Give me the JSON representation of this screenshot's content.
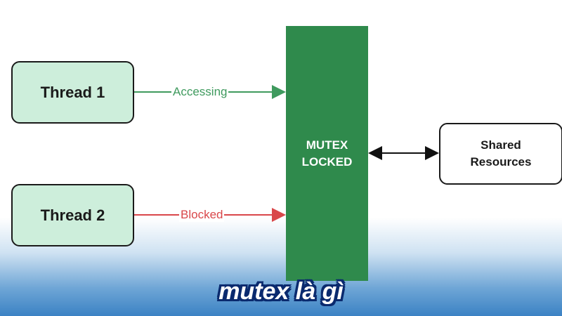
{
  "threads": [
    {
      "label": "Thread 1"
    },
    {
      "label": "Thread 2"
    }
  ],
  "edges": {
    "accessing": "Accessing",
    "blocked": "Blocked"
  },
  "mutex": {
    "line1": "MUTEX",
    "line2": "LOCKED"
  },
  "shared": {
    "line1": "Shared",
    "line2": "Resources"
  },
  "caption": "mutex là gì",
  "colors": {
    "mutex": "#2f8a4c",
    "thread_fill": "#cdeedb",
    "accessing": "#3f9a5e",
    "blocked": "#d9474a"
  }
}
